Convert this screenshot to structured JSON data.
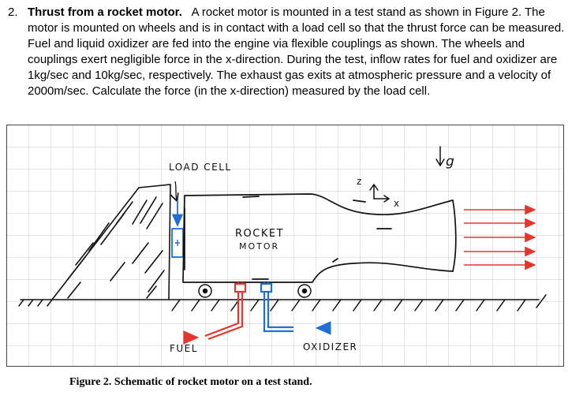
{
  "problem": {
    "number": "2.",
    "title": "Thrust from a rocket motor.",
    "text": "A rocket motor is mounted in a test stand as shown in Figure 2.  The motor is mounted on wheels and is in contact with a load cell so that the thrust force can be measured.  Fuel and liquid oxidizer are fed into the engine via flexible couplings as shown.  The wheels and couplings exert negligible force in the x-direction.  During the test, inflow rates for fuel and oxidizer are 1kg/sec and 10kg/sec, respectively.  The exhaust gas exits at atmospheric pressure and a velocity of 2000m/sec.   Calculate the force (in the x-direction) measured by the load cell."
  },
  "figure": {
    "labels": {
      "load_cell": "LOAD CELL",
      "rocket": "ROCKET",
      "motor": "MOTOR",
      "fuel": "FUEL",
      "oxidizer": "OXIDIZER",
      "axis_z": "z",
      "axis_x": "x",
      "gravity": "g"
    },
    "colors": {
      "grid": "#c8c8c8",
      "exhaust": "#e8352c",
      "fuel_line": "#e8352c",
      "oxidizer_line": "#1f6fd6",
      "load_cell": "#1f6fd6",
      "ink": "#111111"
    },
    "caption": "Figure 2.  Schematic of rocket motor on a test stand."
  }
}
